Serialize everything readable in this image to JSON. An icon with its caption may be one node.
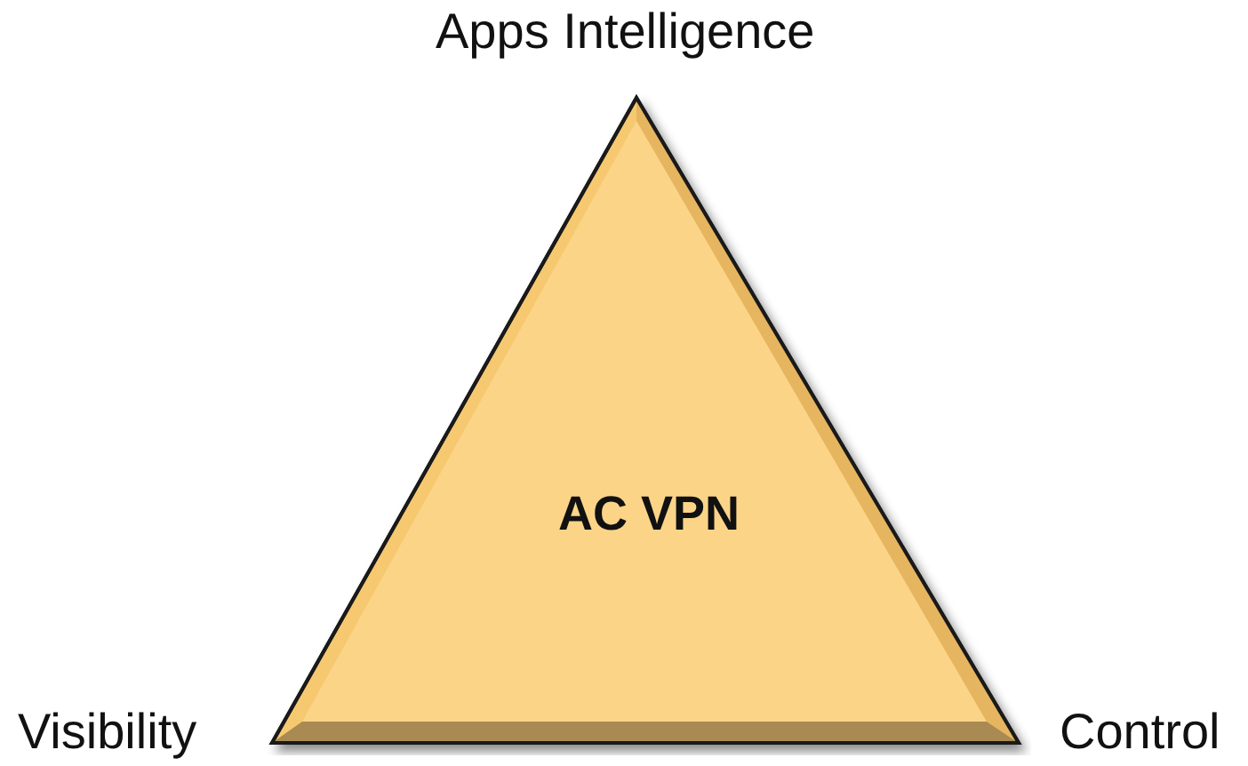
{
  "diagram": {
    "nodes": [
      {
        "text": [
          "AC VPN"
        ]
      }
    ],
    "labels": [
      "Apps Intelligence",
      "Visibility",
      "Control"
    ]
  }
}
